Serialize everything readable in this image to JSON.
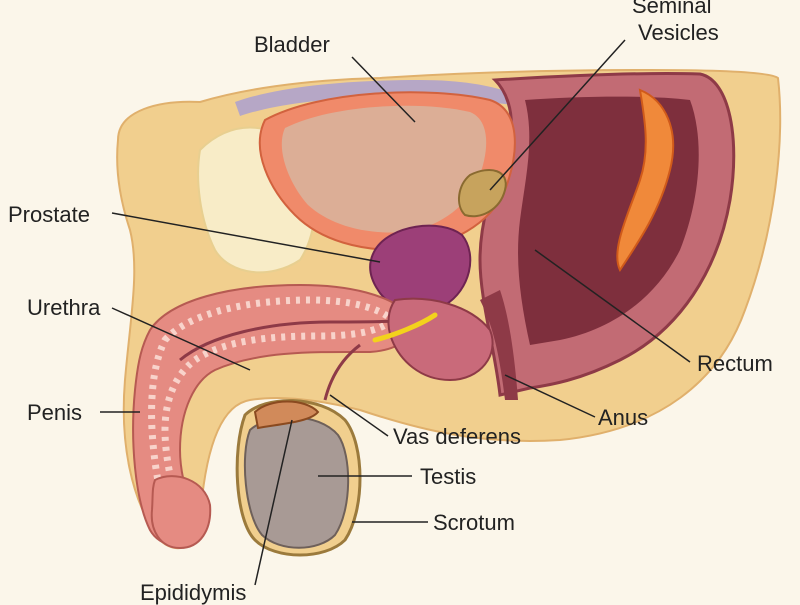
{
  "labels": {
    "bladder": "Bladder",
    "seminal_vesicles_1": "Seminal",
    "seminal_vesicles_2": "Vesicles",
    "prostate": "Prostate",
    "urethra": "Urethra",
    "penis": "Penis",
    "rectum": "Rectum",
    "anus": "Anus",
    "vas_deferens": "Vas deferens",
    "testis": "Testis",
    "scrotum": "Scrotum",
    "epididymis": "Epididymis"
  },
  "colors": {
    "background": "#fbf6ea",
    "fat_tissue": "#f1cf8e",
    "bladder_wall": "#f08a6a",
    "bladder_inner": "#dcae96",
    "prostate": "#9c3f78",
    "rectum": "#9c4a52",
    "penile_tissue": "#e58b82",
    "testis": "#a89a95",
    "leader_line": "#222222"
  }
}
